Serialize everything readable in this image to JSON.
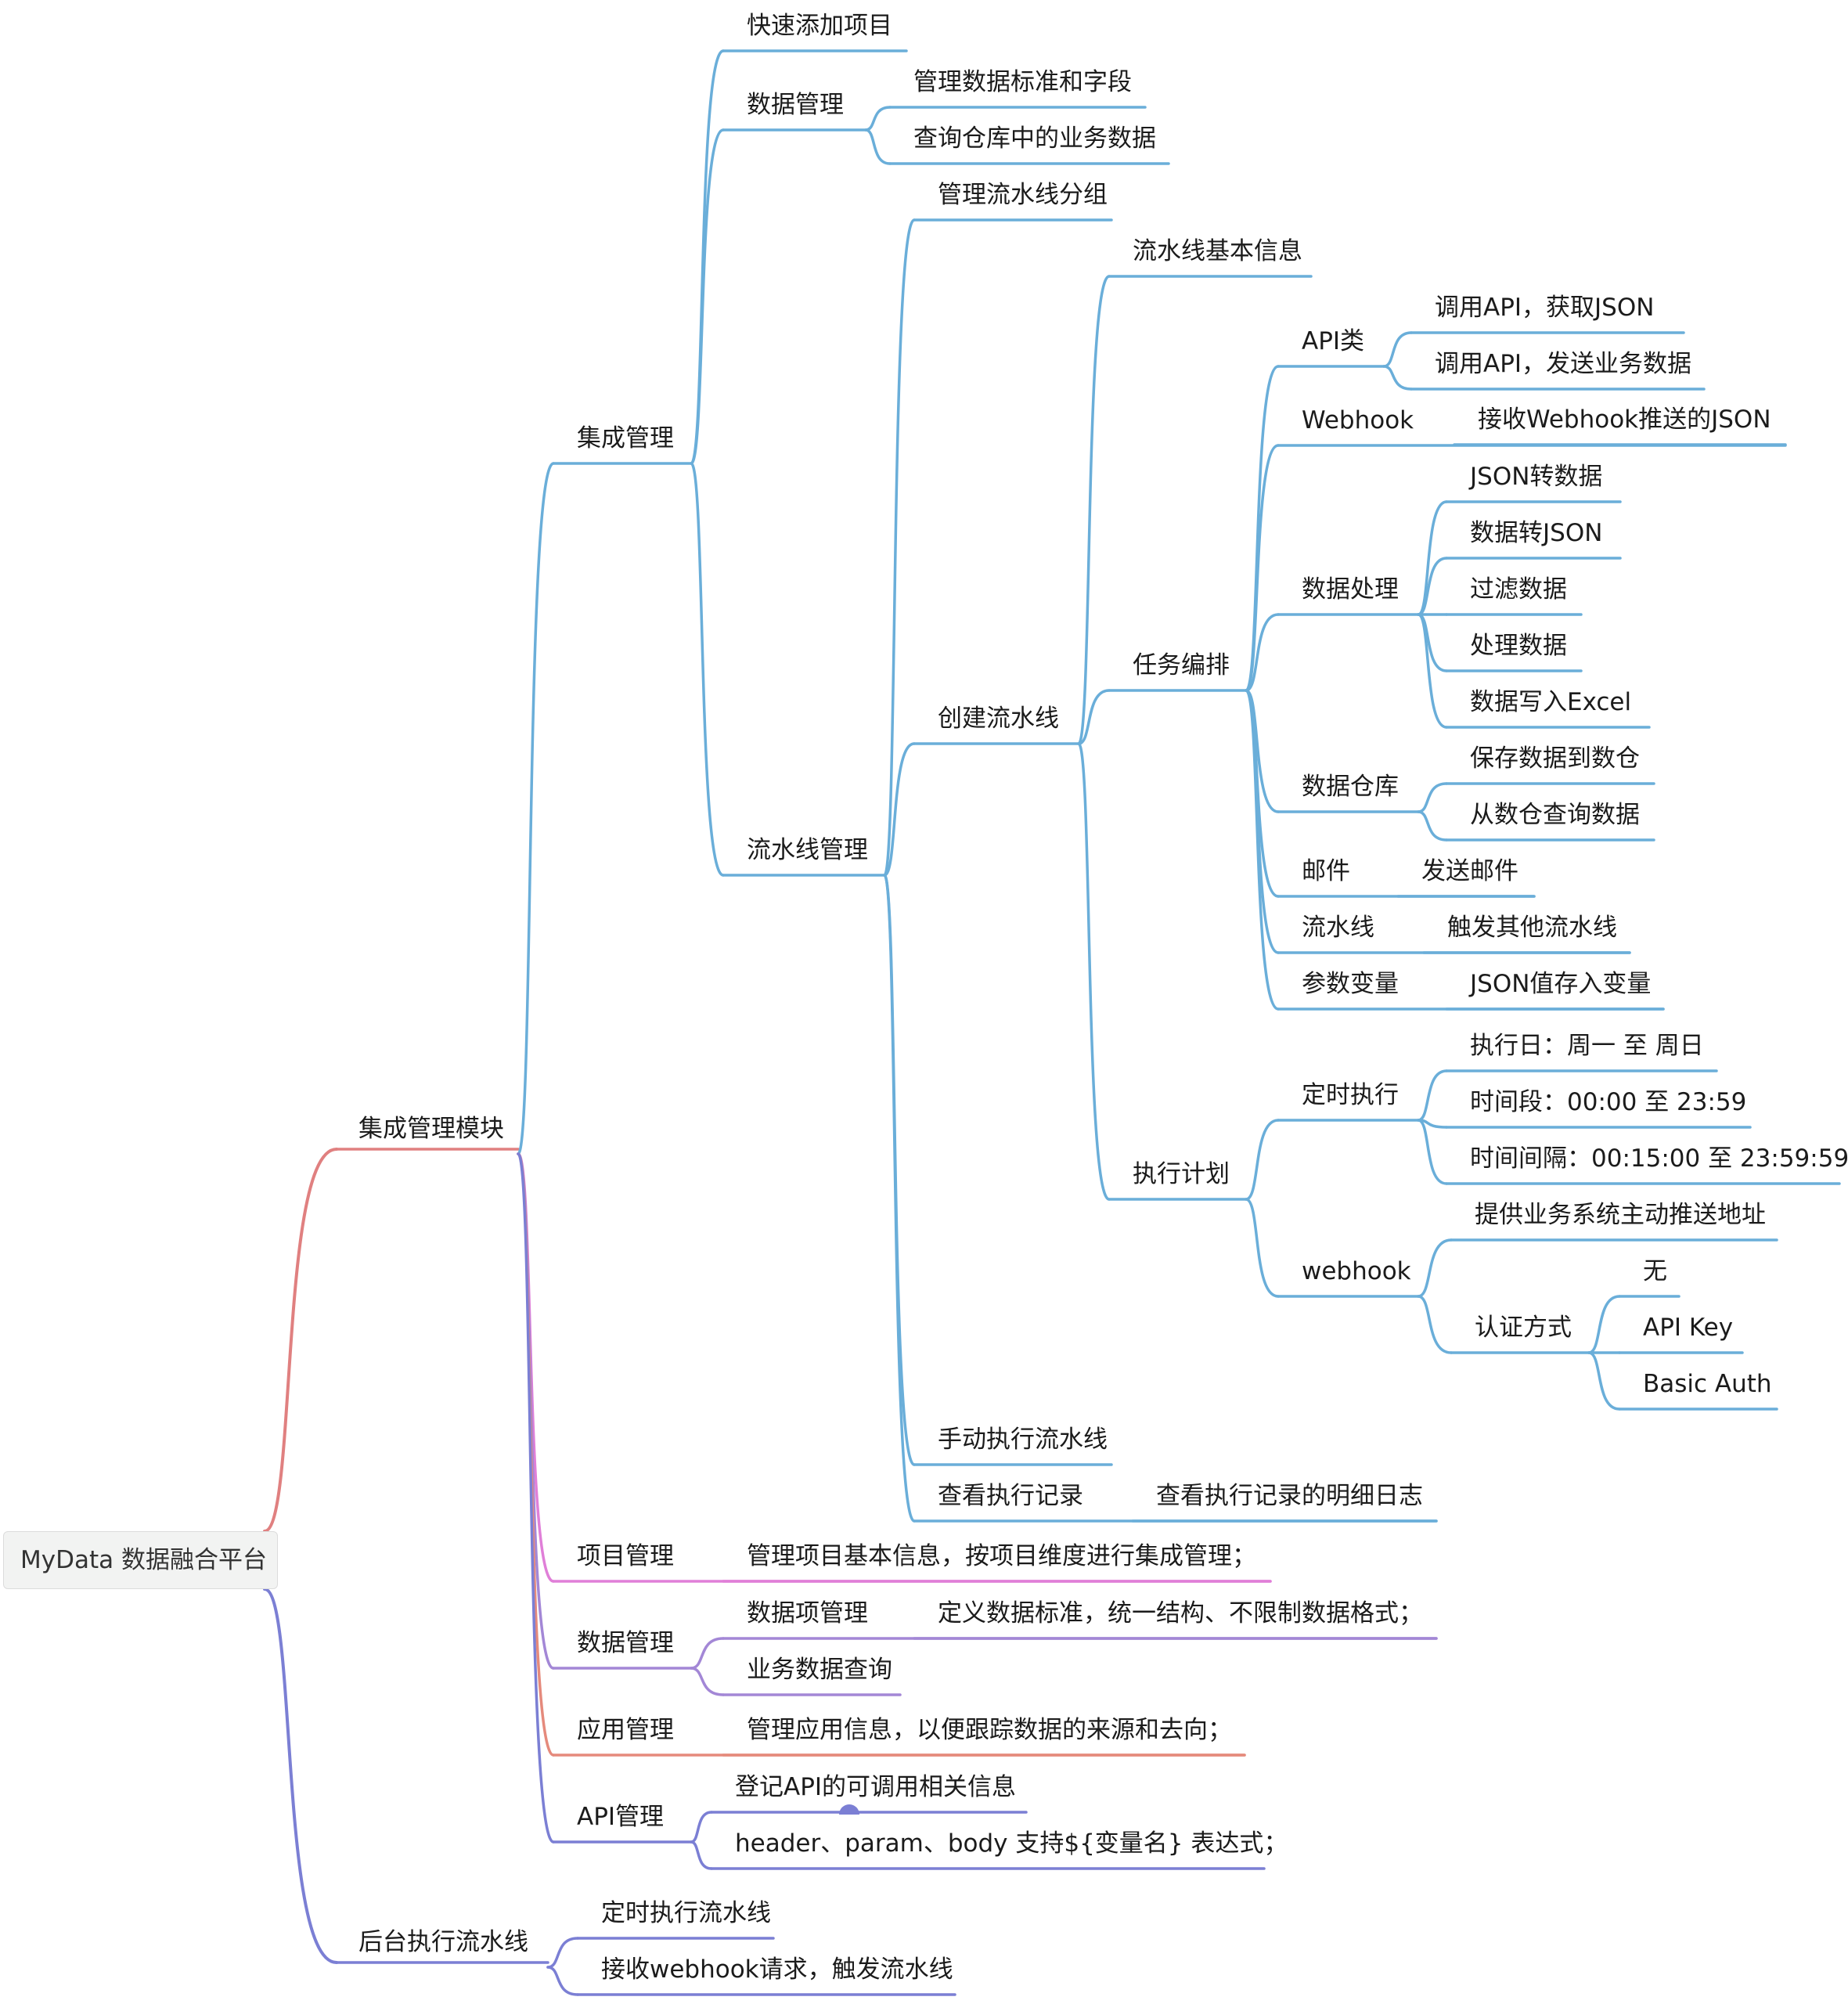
{
  "root": "MyData 数据融合平台",
  "nodes": {
    "integration_module": "集成管理模块",
    "backend_run": "后台执行流水线",
    "integration_mgmt": "集成管理",
    "quick_add": "快速添加项目",
    "data_mgmt_1": "数据管理",
    "manage_std_fields": "管理数据标准和字段",
    "query_warehouse": "查询仓库中的业务数据",
    "pipeline_mgmt": "流水线管理",
    "manage_groups": "管理流水线分组",
    "create_pipeline": "创建流水线",
    "pipeline_basic": "流水线基本信息",
    "task_orchestration": "任务编排",
    "api_class": "API类",
    "api_get_json": "调用API，获取JSON",
    "api_send_data": "调用API，发送业务数据",
    "webhook_task": "Webhook",
    "webhook_recv": "接收Webhook推送的JSON",
    "data_processing": "数据处理",
    "json_to_data": "JSON转数据",
    "data_to_json": "数据转JSON",
    "filter_data": "过滤数据",
    "process_data": "处理数据",
    "write_excel": "数据写入Excel",
    "data_warehouse": "数据仓库",
    "save_to_wh": "保存数据到数仓",
    "query_from_wh": "从数仓查询数据",
    "mail": "邮件",
    "send_mail": "发送邮件",
    "pipeline_task": "流水线",
    "trigger_other": "触发其他流水线",
    "param_var": "参数变量",
    "json_to_var": "JSON值存入变量",
    "exec_plan": "执行计划",
    "scheduled": "定时执行",
    "exec_days": "执行日：周一  至  周日",
    "time_range": "时间段：00:00 至 23:59",
    "interval": "时间间隔：00:15:00 至 23:59:59",
    "webhook_plan": "webhook",
    "push_addr": "提供业务系统主动推送地址",
    "auth_method": "认证方式",
    "auth_none": "无",
    "auth_apikey": "API Key",
    "auth_basic": "Basic Auth",
    "manual_run": "手动执行流水线",
    "view_records": "查看执行记录",
    "view_detail_log": "查看执行记录的明细日志",
    "project_mgmt": "项目管理",
    "project_desc": "管理项目基本信息，按项目维度进行集成管理；",
    "data_mgmt_2": "数据管理",
    "data_item_mgmt": "数据项管理",
    "data_item_desc": "定义数据标准，统一结构、不限制数据格式；",
    "biz_data_query": "业务数据查询",
    "app_mgmt": "应用管理",
    "app_desc": "管理应用信息，以便跟踪数据的来源和去向；",
    "api_mgmt": "API管理",
    "api_register": "登记API的可调用相关信息",
    "api_expr": "header、param、body 支持${变量名} 表达式；",
    "sched_pipeline": "定时执行流水线",
    "webhook_trigger": "接收webhook请求，触发流水线"
  },
  "colors": {
    "blue_branch": "#6aaed9",
    "red_branch": "#e08080",
    "purple_branch": "#7b7fd4",
    "pink_branch": "#e07fd8",
    "lilac_branch": "#a387d6",
    "salmon_branch": "#e58a7c"
  }
}
